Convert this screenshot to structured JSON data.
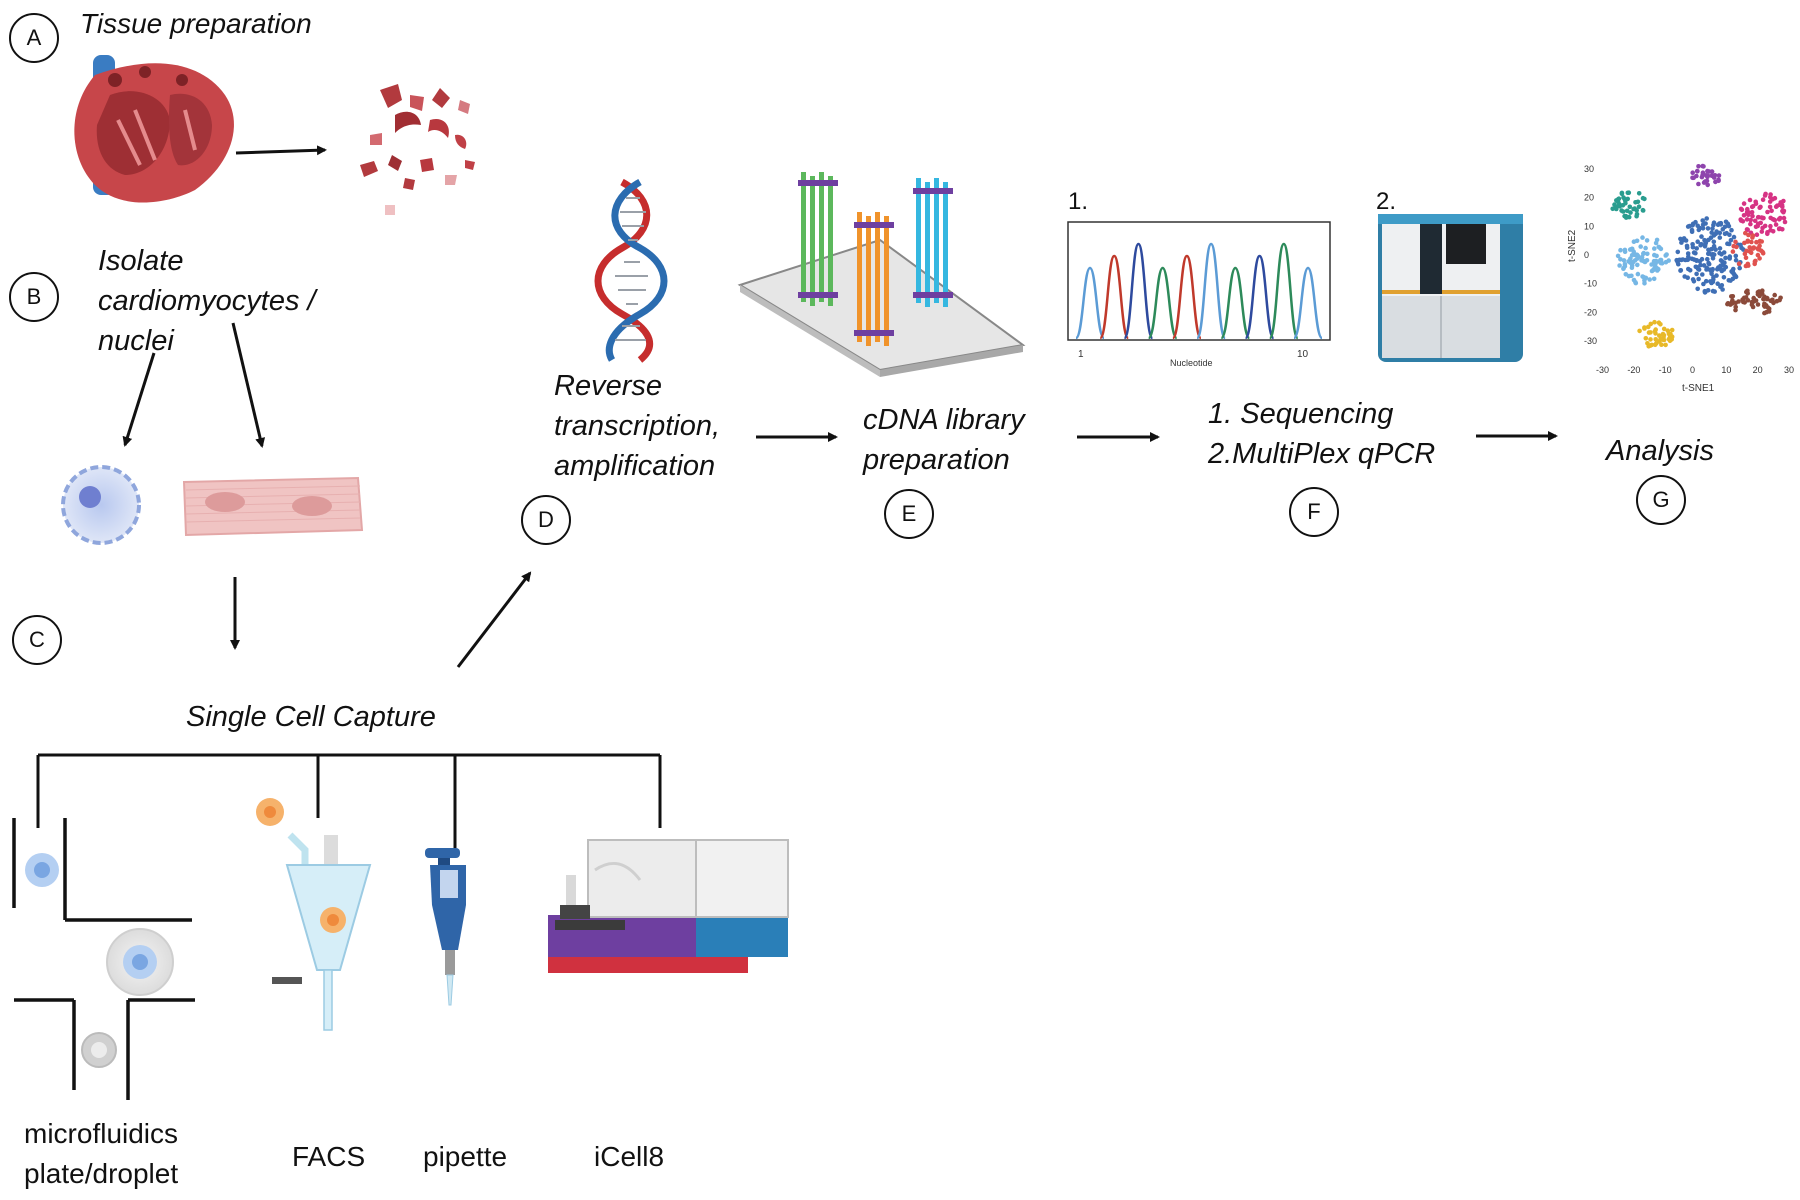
{
  "steps": {
    "A": {
      "letter": "A",
      "label": "Tissue preparation"
    },
    "B": {
      "letter": "B",
      "lines": [
        "Isolate",
        "cardiomyocytes /",
        "nuclei"
      ]
    },
    "C": {
      "letter": "C",
      "label": "Single Cell Capture"
    },
    "D": {
      "letter": "D",
      "lines": [
        "Reverse",
        "transcription,",
        "amplification"
      ]
    },
    "E": {
      "letter": "E",
      "lines": [
        "cDNA library",
        "preparation"
      ]
    },
    "F": {
      "letter": "F",
      "lines": [
        "1. Sequencing",
        "2.MultiPlex qPCR"
      ]
    },
    "G": {
      "letter": "G",
      "label": "Analysis"
    }
  },
  "capture_methods": [
    {
      "lines": [
        "microfluidics",
        "plate/droplet"
      ]
    },
    {
      "label": "FACS"
    },
    {
      "label": "pipette"
    },
    {
      "label": "iCell8"
    }
  ],
  "sequencing": {
    "panel1_label": "1.",
    "panel2_label": "2.",
    "trace_xlabel": "Nucleotide",
    "trace_ticks": [
      "1",
      "10"
    ]
  },
  "tsne": {
    "xlabel": "t-SNE1",
    "ylabel": "t-SNE2",
    "x_ticks": [
      "-30",
      "-20",
      "-10",
      "0",
      "10",
      "20",
      "30"
    ],
    "y_ticks": [
      "30",
      "20",
      "10",
      "0",
      "-10",
      "-20",
      "-30"
    ]
  },
  "colors": {
    "heart_red": "#c0393b",
    "vessel_blue": "#3a7cc2",
    "fragment_red": "#b23a3e",
    "dna_red": "#c62d2d",
    "dna_blue": "#2b6cb0",
    "nucleus_purple": "#8d5fb8",
    "myocyte_pink": "#f0b9b9",
    "chip_purple": "#6e3fa0",
    "icell_blue": "#2a7fb8",
    "icell_red": "#d0313f"
  }
}
